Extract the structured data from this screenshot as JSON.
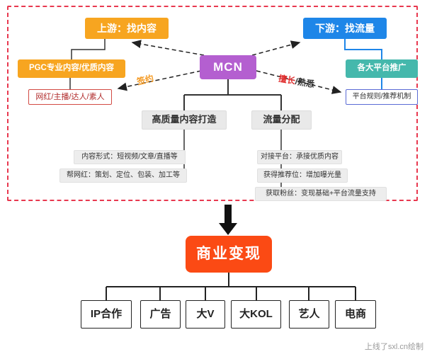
{
  "colors": {
    "dashed_border": "#e8384f",
    "orange": "#f7a520",
    "blue": "#1e86e8",
    "purple": "#b45fd0",
    "teal": "#45b8ac",
    "talents_border": "#d24a43",
    "rules_border": "#5b6bd5",
    "gray_box": "#e9e9e9",
    "monetize": "#fb4a14",
    "sign_label": "#f59a23",
    "skill_red": "#e03030",
    "line": "#222222"
  },
  "diagram": {
    "upstream": "上游：找内容",
    "downstream": "下游：找流量",
    "mcn": "MCN",
    "pgc": "PGC专业内容/优质内容",
    "talents": "网红/主播/达人/素人",
    "platform_promotion": "各大平台推广",
    "platform_rules": "平台规则/推荐机制",
    "content_creation": "高质量内容打造",
    "traffic_distribution": "流量分配",
    "sign_label": "签约",
    "skill_red": "擅长",
    "skill_rest": "/熟悉",
    "content_notes": [
      "内容形式：短视频/文章/直播等",
      "帮网红：策划、定位、包装、加工等"
    ],
    "traffic_notes": [
      "对接平台：承接优质内容",
      "获得推荐位：增加曝光量",
      "获取粉丝：变现基础+平台流量支持"
    ],
    "monetization": "商业变现",
    "channels": [
      "IP合作",
      "广告",
      "大V",
      "大KOL",
      "艺人",
      "电商"
    ],
    "credit": "上线了sxl.cn绘制"
  }
}
